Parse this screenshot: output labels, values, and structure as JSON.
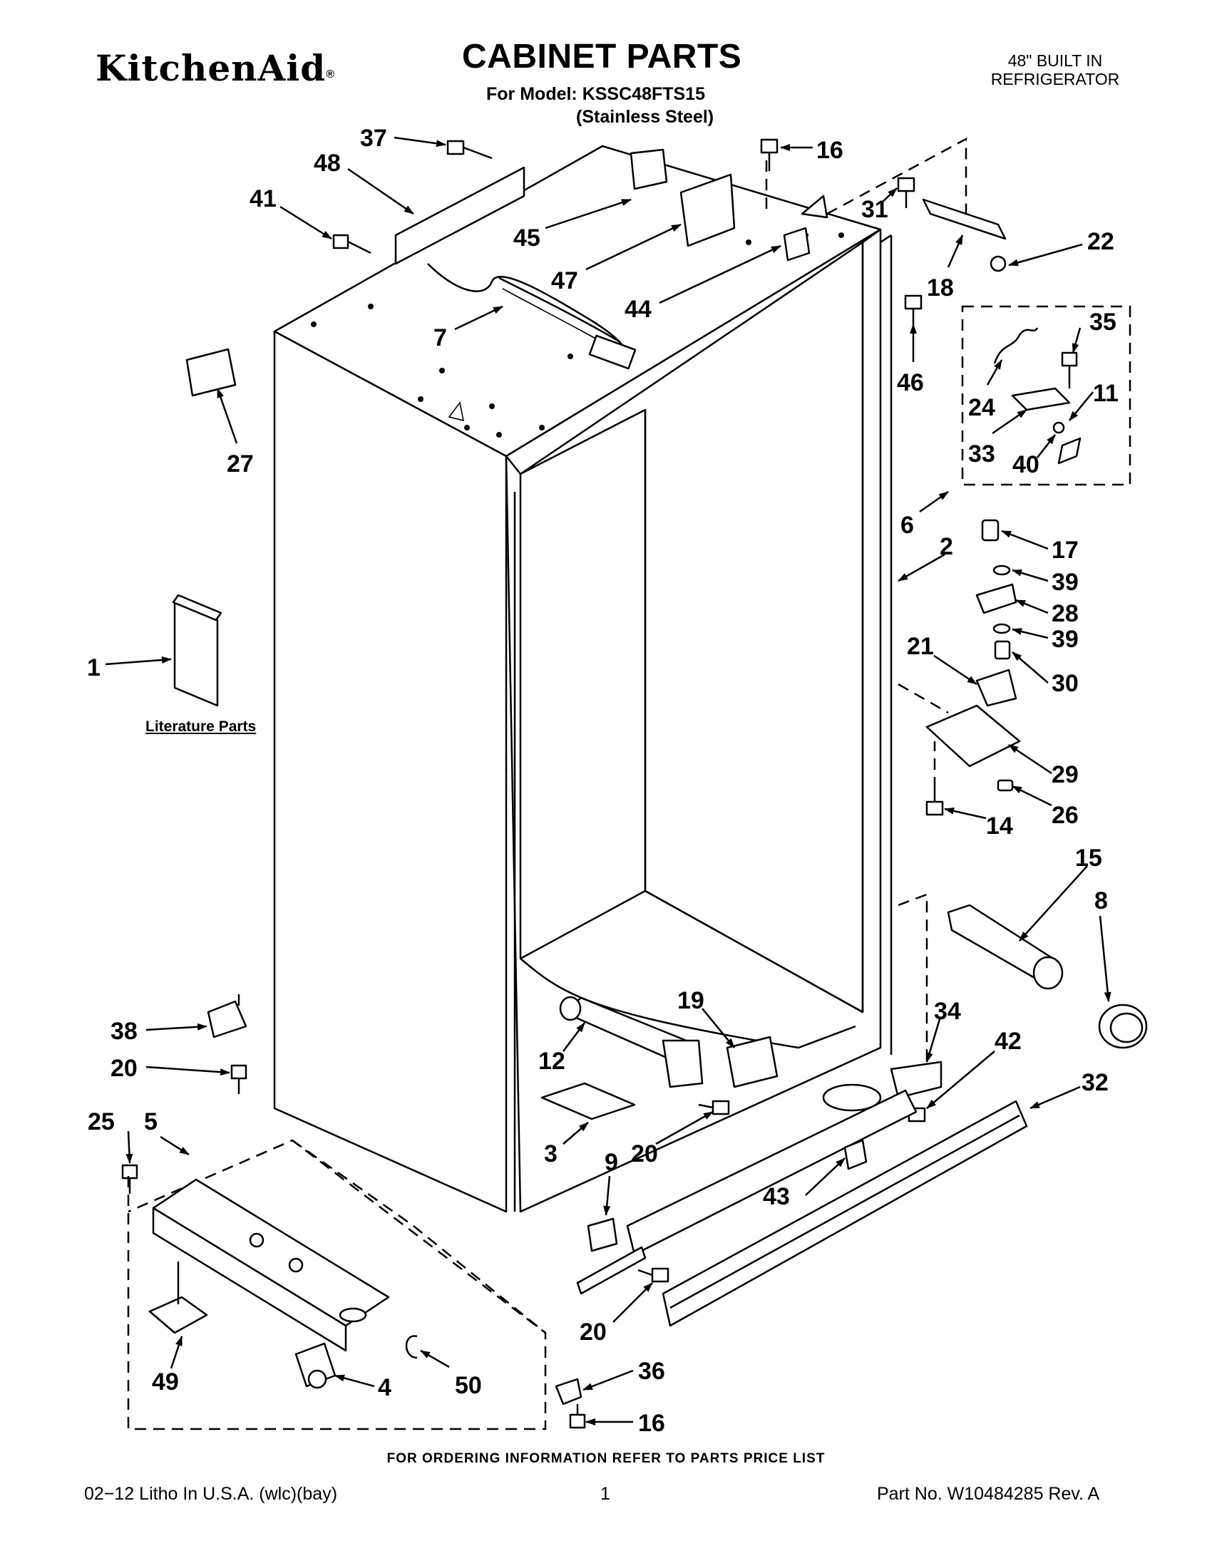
{
  "header": {
    "brand": "KitchenAid",
    "title": "CABINET PARTS",
    "model_line": "For Model: KSSC48FTS15",
    "finish_line": "(Stainless Steel)",
    "product_line1": "48\" BUILT IN",
    "product_line2": "REFRIGERATOR"
  },
  "literature_label": "Literature Parts",
  "callouts": [
    "37",
    "48",
    "41",
    "45",
    "47",
    "44",
    "7",
    "16",
    "31",
    "22",
    "18",
    "46",
    "35",
    "24",
    "11",
    "33",
    "40",
    "6",
    "27",
    "2",
    "17",
    "39",
    "28",
    "39",
    "21",
    "30",
    "1",
    "29",
    "14",
    "26",
    "15",
    "8",
    "19",
    "12",
    "34",
    "42",
    "32",
    "38",
    "20",
    "3",
    "20",
    "25",
    "5",
    "9",
    "43",
    "20",
    "49",
    "4",
    "50",
    "36",
    "16"
  ],
  "footer": {
    "ordering_note": "FOR ORDERING INFORMATION REFER TO PARTS PRICE LIST",
    "print_info": "02−12 Litho In U.S.A. (wlc)(bay)",
    "page_number": "1",
    "part_number": "Part No. W10484285 Rev. A"
  }
}
